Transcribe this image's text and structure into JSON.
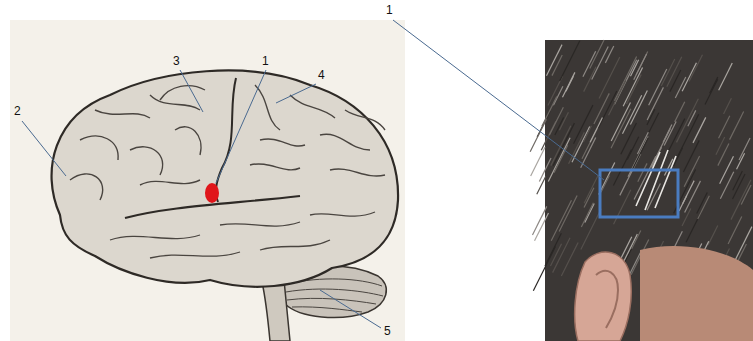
{
  "diagram": {
    "labels": [
      "1",
      "3",
      "1",
      "2",
      "4",
      "5"
    ]
  }
}
